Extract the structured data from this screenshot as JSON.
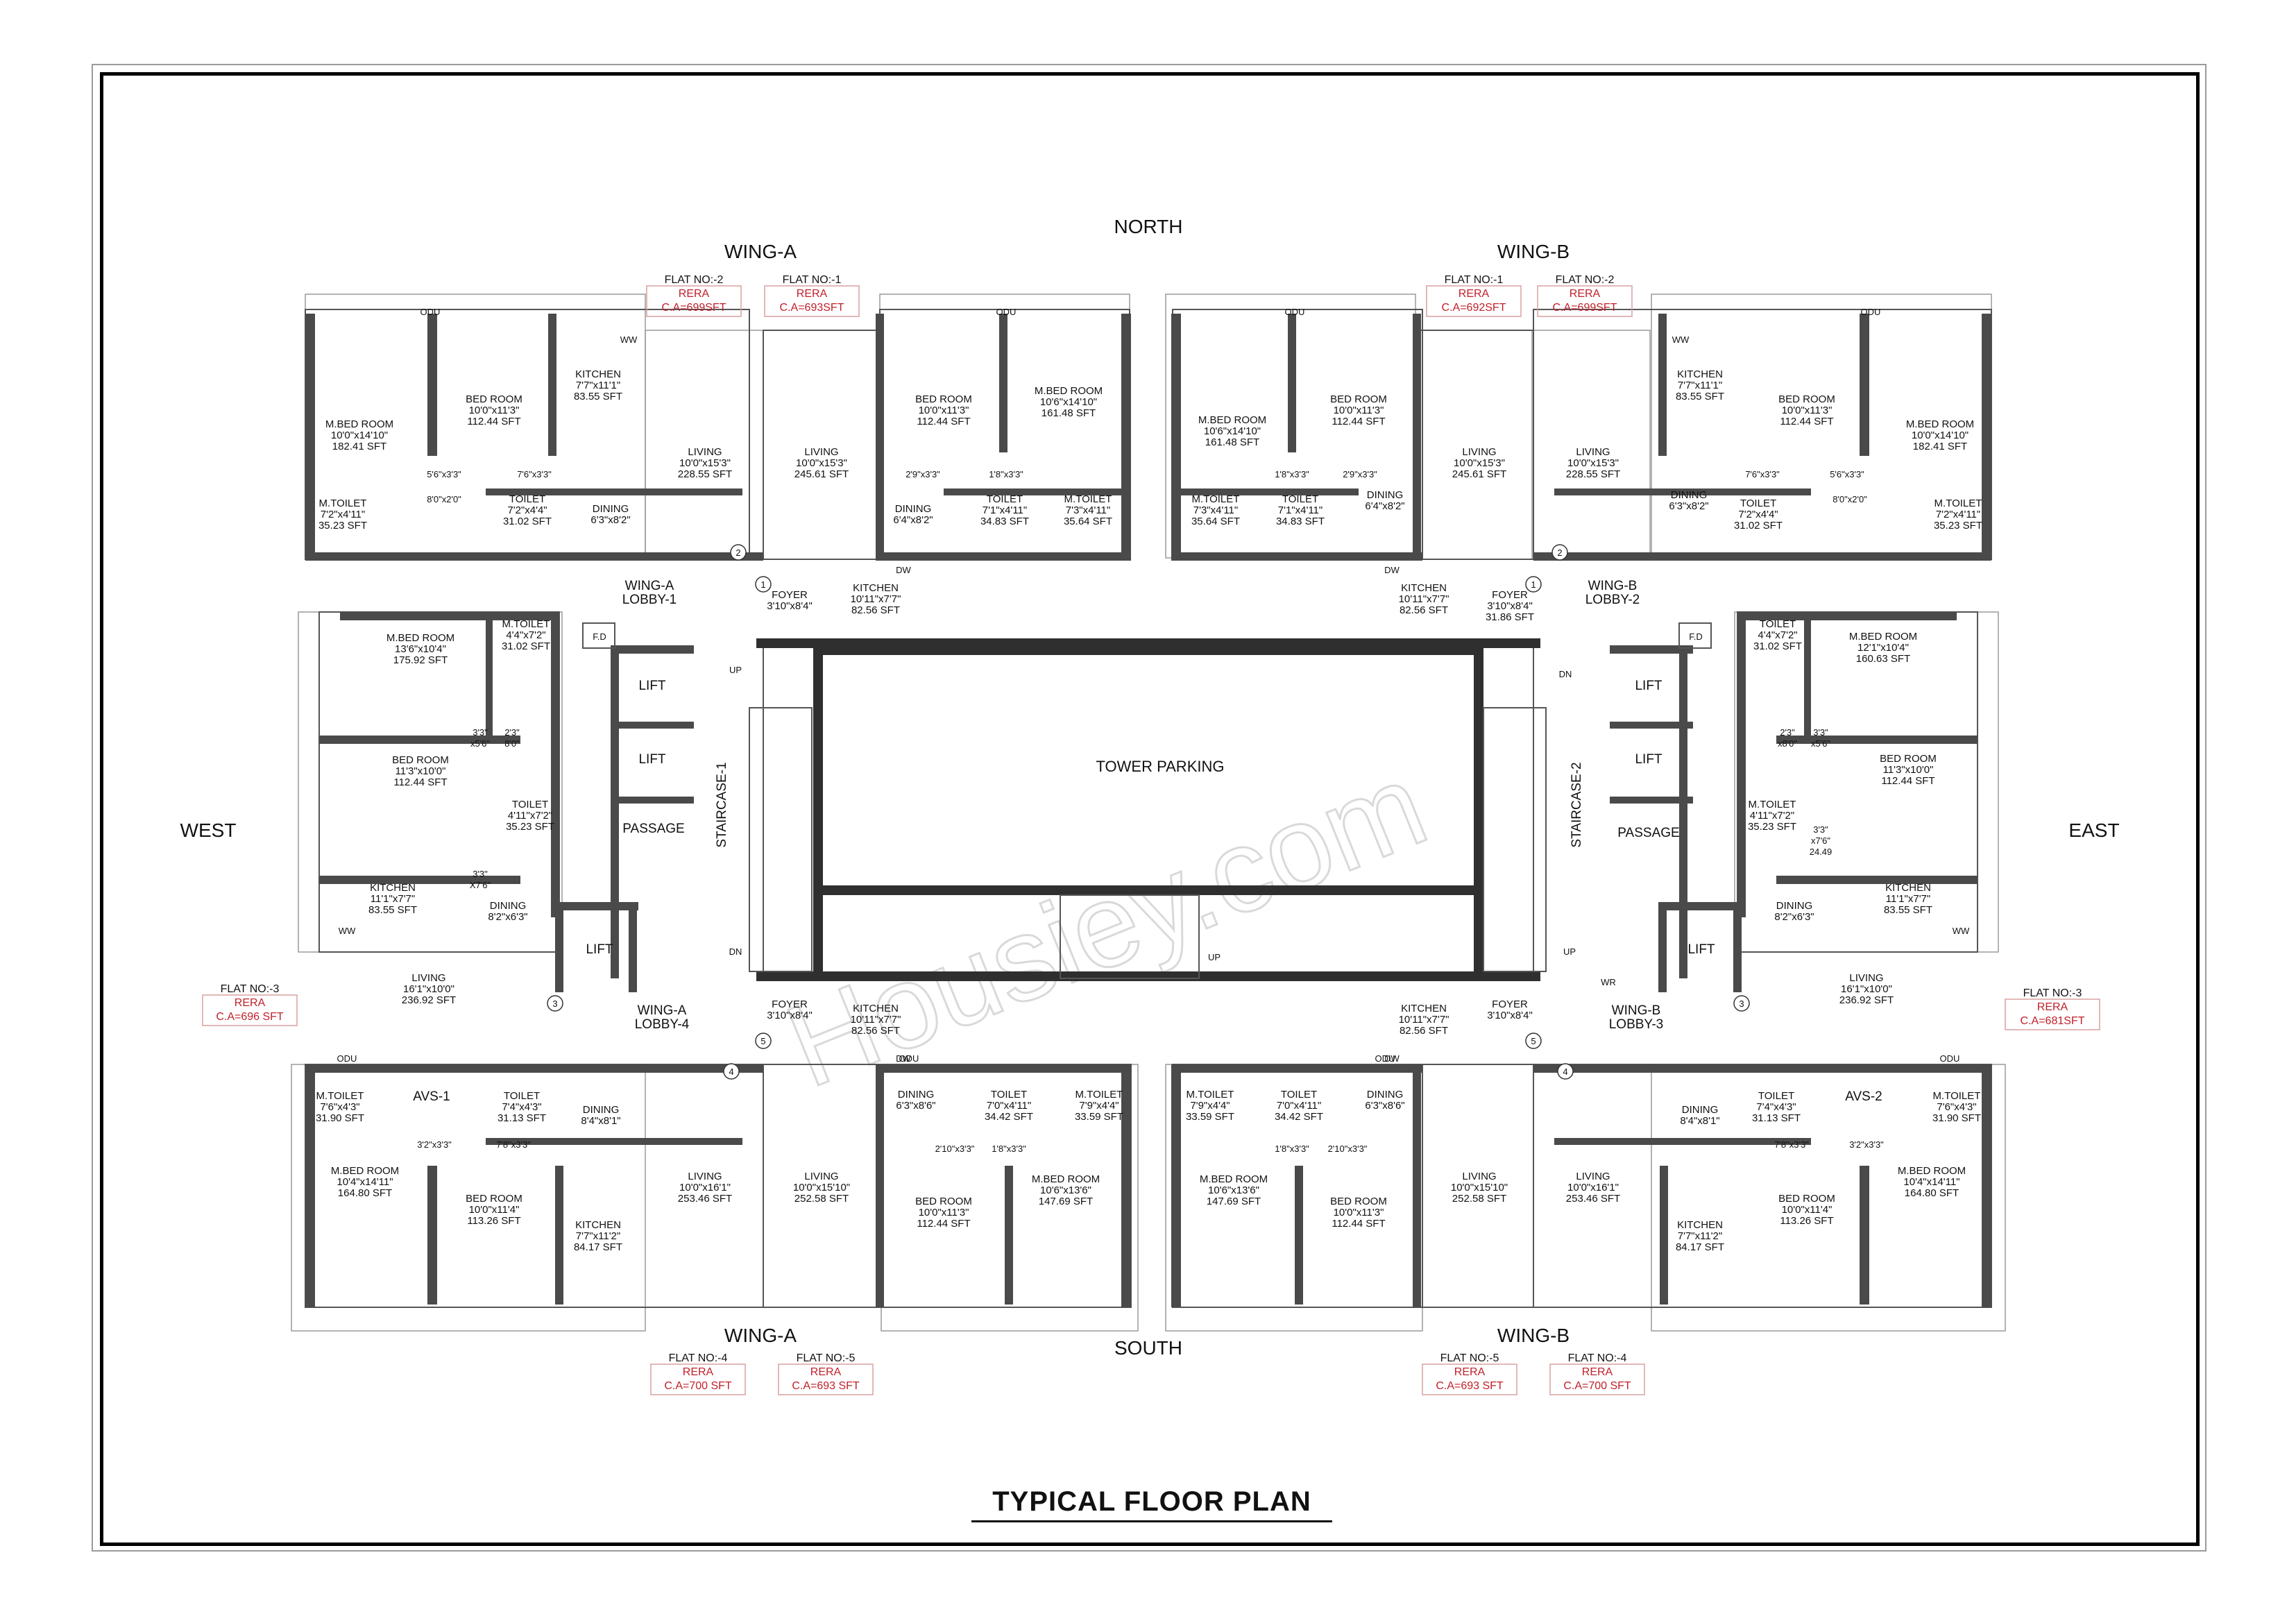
{
  "title": "TYPICAL FLOOR PLAN",
  "watermark": "Housiey.com",
  "directions": {
    "north": "NORTH",
    "south": "SOUTH",
    "east": "EAST",
    "west": "WEST"
  },
  "wings": {
    "a": "WING-A",
    "b": "WING-B"
  },
  "core": {
    "tower_parking": "TOWER PARKING",
    "lift": "LIFT",
    "passage": "PASSAGE",
    "staircase_1": "STAIRCASE-1",
    "staircase_2": "STAIRCASE-2",
    "up": "UP",
    "dn": "DN",
    "fd": "F.D",
    "wr": "WR",
    "lobby_a1": [
      "WING-A",
      "LOBBY-1"
    ],
    "lobby_b2": [
      "WING-B",
      "LOBBY-2"
    ],
    "lobby_a4": [
      "WING-A",
      "LOBBY-4"
    ],
    "lobby_b3": [
      "WING-B",
      "LOBBY-3"
    ],
    "avs_1": "AVS-1",
    "avs_2": "AVS-2",
    "markers": [
      "1",
      "2",
      "3",
      "4",
      "5"
    ]
  },
  "flat_tags": [
    {
      "flat": "FLAT NO:-2",
      "rera": "RERA",
      "area": "C.A=699SFT"
    },
    {
      "flat": "FLAT NO:-1",
      "rera": "RERA",
      "area": "C.A=693SFT"
    },
    {
      "flat": "FLAT NO:-1",
      "rera": "RERA",
      "area": "C.A=692SFT"
    },
    {
      "flat": "FLAT NO:-2",
      "rera": "RERA",
      "area": "C.A=699SFT"
    },
    {
      "flat": "FLAT NO:-3",
      "rera": "RERA",
      "area": "C.A=696 SFT"
    },
    {
      "flat": "FLAT NO:-3",
      "rera": "RERA",
      "area": "C.A=681SFT"
    },
    {
      "flat": "FLAT NO:-4",
      "rera": "RERA",
      "area": "C.A=700 SFT"
    },
    {
      "flat": "FLAT NO:-5",
      "rera": "RERA",
      "area": "C.A=693 SFT"
    },
    {
      "flat": "FLAT NO:-5",
      "rera": "RERA",
      "area": "C.A=693 SFT"
    },
    {
      "flat": "FLAT NO:-4",
      "rera": "RERA",
      "area": "C.A=700 SFT"
    }
  ],
  "rooms": [
    [
      "M.BED ROOM",
      "10'0\"x14'10\"",
      "182.41 SFT"
    ],
    [
      "BED ROOM",
      "10'0\"x11'3\"",
      "112.44 SFT"
    ],
    [
      "KITCHEN",
      "7'7\"x11'1\"",
      "83.55 SFT"
    ],
    [
      "LIVING",
      "10'0\"x15'3\"",
      "228.55 SFT"
    ],
    [
      "M.TOILET",
      "7'2\"x4'11\"",
      "35.23 SFT"
    ],
    [
      "TOILET",
      "7'2\"x4'4\"",
      "31.02 SFT"
    ],
    [
      "DINING",
      "6'3\"x8'2\""
    ],
    [
      "BED ROOM",
      "10'0\"x11'3\"",
      "112.44 SFT"
    ],
    [
      "M.BED ROOM",
      "10'6\"x14'10\"",
      "161.48 SFT"
    ],
    [
      "LIVING",
      "10'0\"x15'3\"",
      "245.61 SFT"
    ],
    [
      "DINING",
      "6'4\"x8'2\""
    ],
    [
      "TOILET",
      "7'1\"x4'11\"",
      "34.83 SFT"
    ],
    [
      "M.TOILET",
      "7'3\"x4'11\"",
      "35.64 SFT"
    ],
    [
      "KITCHEN",
      "10'11\"x7'7\"",
      "82.56 SFT"
    ],
    [
      "FOYER",
      "3'10\"x8'4\""
    ],
    [
      "M.BED ROOM",
      "10'6\"x14'10\"",
      "161.48 SFT"
    ],
    [
      "BED ROOM",
      "10'0\"x11'3\"",
      "112.44 SFT"
    ],
    [
      "LIVING",
      "10'0\"x15'3\"",
      "245.61 SFT"
    ],
    [
      "M.TOILET",
      "7'3\"x4'11\"",
      "35.64 SFT"
    ],
    [
      "TOILET",
      "7'1\"x4'11\"",
      "34.83 SFT"
    ],
    [
      "DINING",
      "6'4\"x8'2\""
    ],
    [
      "KITCHEN",
      "10'11\"x7'7\"",
      "82.56 SFT"
    ],
    [
      "FOYER",
      "3'10\"x8'4\"",
      "31.86 SFT"
    ],
    [
      "KITCHEN",
      "7'7\"x11'1\"",
      "83.55 SFT"
    ],
    [
      "BED ROOM",
      "10'0\"x11'3\"",
      "112.44 SFT"
    ],
    [
      "M.BED ROOM",
      "10'0\"x14'10\"",
      "182.41 SFT"
    ],
    [
      "LIVING",
      "10'0\"x15'3\"",
      "228.55 SFT"
    ],
    [
      "DINING",
      "6'3\"x8'2\""
    ],
    [
      "TOILET",
      "7'2\"x4'4\"",
      "31.02 SFT"
    ],
    [
      "M.TOILET",
      "7'2\"x4'11\"",
      "35.23 SFT"
    ],
    [
      "M.BED ROOM",
      "13'6\"x10'4\"",
      "175.92 SFT"
    ],
    [
      "M.TOILET",
      "4'4\"x7'2\"",
      "31.02 SFT"
    ],
    [
      "BED ROOM",
      "11'3\"x10'0\"",
      "112.44 SFT"
    ],
    [
      "TOILET",
      "4'11\"x7'2\"",
      "35.23 SFT"
    ],
    [
      "KITCHEN",
      "11'1\"x7'7\"",
      "83.55 SFT"
    ],
    [
      "DINING",
      "8'2\"x6'3\""
    ],
    [
      "LIVING",
      "16'1\"x10'0\"",
      "236.92 SFT"
    ],
    [
      "TOILET",
      "4'4\"x7'2\"",
      "31.02 SFT"
    ],
    [
      "M.BED ROOM",
      "12'1\"x10'4\"",
      "160.63 SFT"
    ],
    [
      "BED ROOM",
      "11'3\"x10'0\"",
      "112.44 SFT"
    ],
    [
      "M.TOILET",
      "4'11\"x7'2\"",
      "35.23 SFT"
    ],
    [
      "KITCHEN",
      "11'1\"x7'7\"",
      "83.55 SFT"
    ],
    [
      "DINING",
      "8'2\"x6'3\""
    ],
    [
      "LIVING",
      "16'1\"x10'0\"",
      "236.92 SFT"
    ],
    [
      "M.TOILET",
      "7'6\"x4'3\"",
      "31.90 SFT"
    ],
    [
      "TOILET",
      "7'4\"x4'3\"",
      "31.13 SFT"
    ],
    [
      "DINING",
      "8'4\"x8'1\""
    ],
    [
      "M.BED ROOM",
      "10'4\"x14'11\"",
      "164.80 SFT"
    ],
    [
      "BED ROOM",
      "10'0\"x11'4\"",
      "113.26 SFT"
    ],
    [
      "KITCHEN",
      "7'7\"x11'2\"",
      "84.17 SFT"
    ],
    [
      "LIVING",
      "10'0\"x16'1\"",
      "253.46 SFT"
    ],
    [
      "KITCHEN",
      "10'11\"x7'7\"",
      "82.56 SFT"
    ],
    [
      "FOYER",
      "3'10\"x8'4\""
    ],
    [
      "DINING",
      "6'3\"x8'6\""
    ],
    [
      "TOILET",
      "7'0\"x4'11\"",
      "34.42 SFT"
    ],
    [
      "M.TOILET",
      "7'9\"x4'4\"",
      "33.59 SFT"
    ],
    [
      "LIVING",
      "10'0\"x15'10\"",
      "252.58 SFT"
    ],
    [
      "BED ROOM",
      "10'0\"x11'3\"",
      "112.44 SFT"
    ],
    [
      "M.BED ROOM",
      "10'6\"x13'6\"",
      "147.69 SFT"
    ],
    [
      "KITCHEN",
      "10'11\"x7'7\"",
      "82.56 SFT"
    ],
    [
      "FOYER",
      "3'10\"x8'4\""
    ],
    [
      "M.TOILET",
      "7'9\"x4'4\"",
      "33.59 SFT"
    ],
    [
      "TOILET",
      "7'0\"x4'11\"",
      "34.42 SFT"
    ],
    [
      "DINING",
      "6'3\"x8'6\""
    ],
    [
      "M.BED ROOM",
      "10'6\"x13'6\"",
      "147.69 SFT"
    ],
    [
      "BED ROOM",
      "10'0\"x11'3\"",
      "112.44 SFT"
    ],
    [
      "LIVING",
      "10'0\"x15'10\"",
      "252.58 SFT"
    ],
    [
      "LIVING",
      "10'0\"x16'1\"",
      "253.46 SFT"
    ],
    [
      "DINING",
      "8'4\"x8'1\""
    ],
    [
      "TOILET",
      "7'4\"x4'3\"",
      "31.13 SFT"
    ],
    [
      "M.TOILET",
      "7'6\"x4'3\"",
      "31.90 SFT"
    ],
    [
      "M.BED ROOM",
      "10'4\"x14'11\"",
      "164.80 SFT"
    ],
    [
      "BED ROOM",
      "10'0\"x11'4\"",
      "113.26 SFT"
    ],
    [
      "KITCHEN",
      "7'7\"x11'2\"",
      "84.17 SFT"
    ]
  ],
  "small_dims": [
    "5'6\"x3'3\"",
    "7'6\"x3'3\"",
    "8'0\"x2'0\"",
    "2'9\"x3'3\"",
    "1'8\"x3'3\"",
    "1'8\"x3'3\"",
    "2'9\"x3'3\"",
    "7'6\"x3'3\"",
    "5'6\"x3'3\"",
    "8'0\"x2'0\"",
    "3'3\"",
    "x5'6\"",
    "2'3\"",
    "8'0\"",
    "3'3\"",
    "X7'6\"",
    "2'3\"",
    "x8'0\"",
    "3'3\"",
    "x5'6\"",
    "3'3\"",
    "x7'6\"",
    "24.49",
    "3'2\"x3'3\"",
    "7'8\"x3'3\"",
    "2'10\"x3'3\"",
    "1'8\"x3'3\"",
    "1'8\"x3'3\"",
    "2'10\"x3'3\"",
    "7'8\"x3'3\"",
    "3'2\"x3'3\""
  ],
  "fixtures": {
    "odu": "ODU",
    "ww": "WW",
    "dw": "DW"
  }
}
